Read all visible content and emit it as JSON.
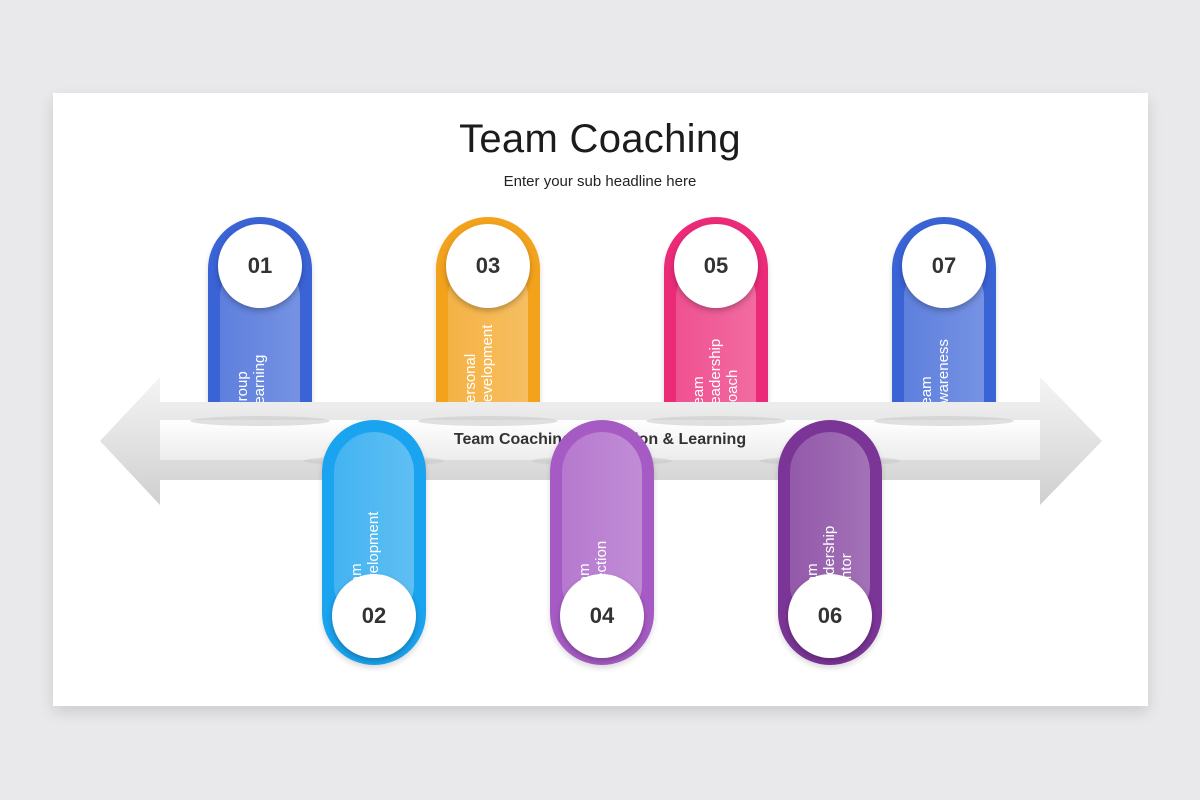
{
  "title": "Team Coaching",
  "subtitle": "Enter your sub headline here",
  "arrow_label": "Team Coaching  Reflection & Learning",
  "items": [
    {
      "num": "01",
      "label": "Group\nLearning",
      "color": "#3a63d6",
      "pos": "top"
    },
    {
      "num": "02",
      "label": "Team\nDevelopment",
      "color": "#1aa3ee",
      "pos": "bottom"
    },
    {
      "num": "03",
      "label": "Personal\nDevelopment",
      "color": "#f3a21c",
      "pos": "top"
    },
    {
      "num": "04",
      "label": "Team\nDirection",
      "color": "#a65bc4",
      "pos": "bottom"
    },
    {
      "num": "05",
      "label": "Team\nLeadership\nCoach",
      "color": "#ec2b78",
      "pos": "top"
    },
    {
      "num": "06",
      "label": "Team\nLeadership\nMentor",
      "color": "#7b3597",
      "pos": "bottom"
    },
    {
      "num": "07",
      "label": "Team\nAwareness",
      "color": "#3a63d6",
      "pos": "top"
    }
  ]
}
